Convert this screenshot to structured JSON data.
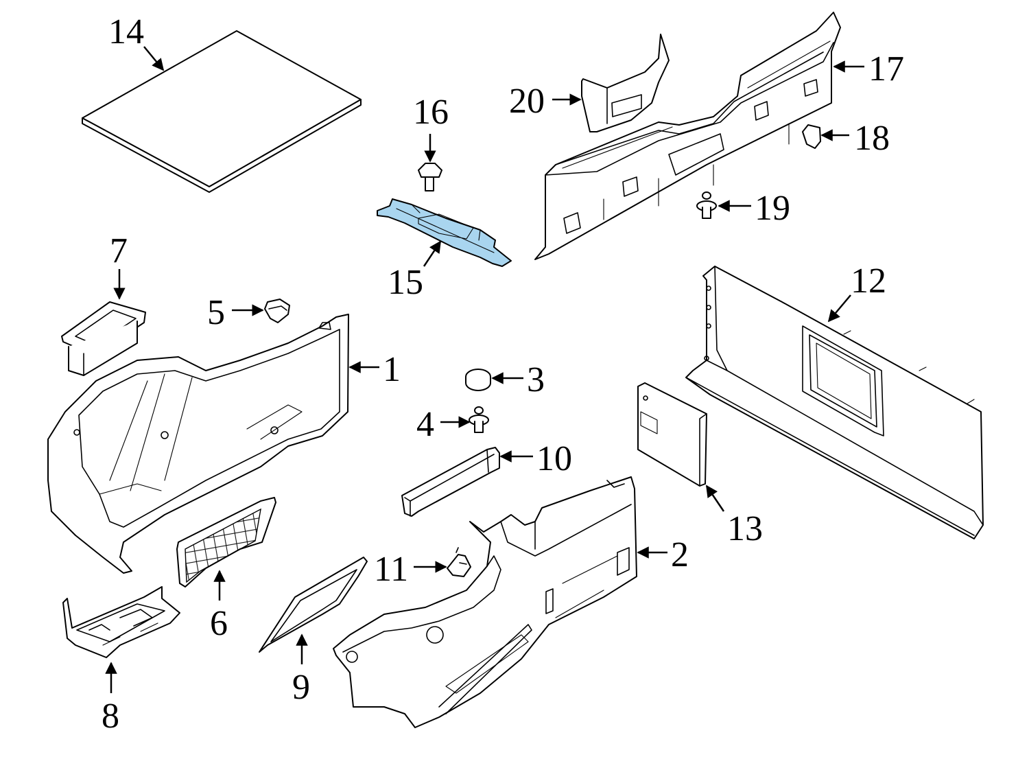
{
  "diagram": {
    "highlight_color": "#a9d5ef",
    "line_color": "#000000",
    "background": "#ffffff",
    "callouts": [
      {
        "id": "1",
        "label": "1"
      },
      {
        "id": "2",
        "label": "2"
      },
      {
        "id": "3",
        "label": "3"
      },
      {
        "id": "4",
        "label": "4"
      },
      {
        "id": "5",
        "label": "5"
      },
      {
        "id": "6",
        "label": "6"
      },
      {
        "id": "7",
        "label": "7"
      },
      {
        "id": "8",
        "label": "8"
      },
      {
        "id": "9",
        "label": "9"
      },
      {
        "id": "10",
        "label": "10"
      },
      {
        "id": "11",
        "label": "11"
      },
      {
        "id": "12",
        "label": "12"
      },
      {
        "id": "13",
        "label": "13"
      },
      {
        "id": "14",
        "label": "14"
      },
      {
        "id": "15",
        "label": "15"
      },
      {
        "id": "16",
        "label": "16"
      },
      {
        "id": "17",
        "label": "17"
      },
      {
        "id": "18",
        "label": "18"
      },
      {
        "id": "19",
        "label": "19"
      },
      {
        "id": "20",
        "label": "20"
      }
    ]
  }
}
